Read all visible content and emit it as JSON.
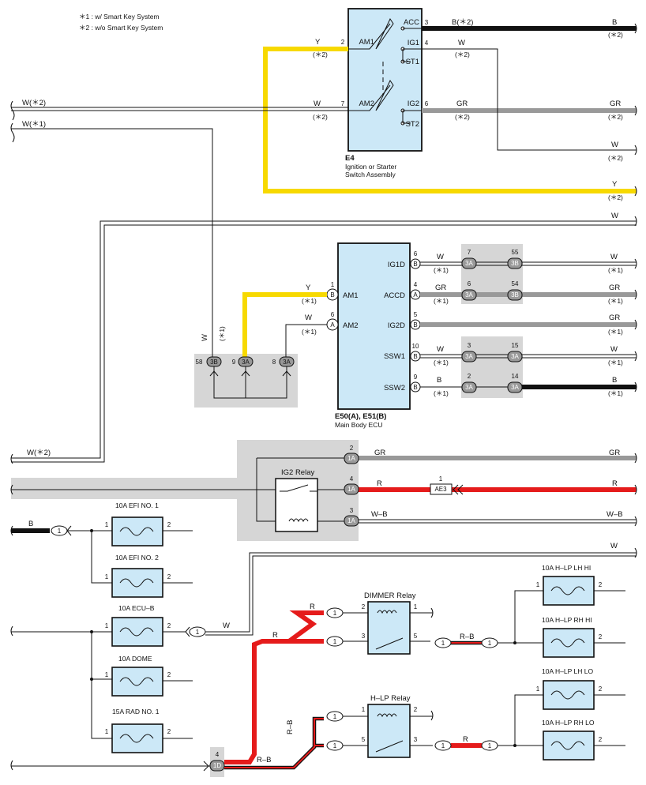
{
  "legend": {
    "note1": "＊1 : w/ Smart Key System",
    "note2": "＊2 : w/o Smart Key System"
  },
  "components": {
    "e4": {
      "code": "E4",
      "name_line1": "Ignition or Starter",
      "name_line2": "Switch Assembly",
      "terminals": [
        "ACC",
        "IG1",
        "ST1",
        "AM1",
        "AM2",
        "IG2",
        "ST2"
      ]
    },
    "ecu": {
      "code": "E50(A), E51(B)",
      "name": "Main Body ECU",
      "terminals": [
        "AM1",
        "AM2",
        "IG1D",
        "ACCD",
        "IG2D",
        "SSW1",
        "SSW2"
      ]
    },
    "ig2_relay": "IG2 Relay",
    "dimmer_relay": "DIMMER Relay",
    "hlp_relay": "H–LP Relay",
    "ae3": "AE3"
  },
  "fuses": {
    "efi1": "10A EFI NO. 1",
    "efi2": "10A EFI NO. 2",
    "ecub": "10A ECU–B",
    "dome": "10A DOME",
    "rad1": "15A RAD NO. 1",
    "lh_hi": "10A H–LP LH HI",
    "rh_hi": "10A H–LP RH HI",
    "lh_lo": "10A H–LP LH LO",
    "rh_lo": "10A H–LP RH LO"
  },
  "wire_labels": {
    "w_star2": "W(＊2)",
    "w_star1": "W(＊1)",
    "w": "W",
    "y": "Y",
    "gr": "GR",
    "b": "B",
    "b_star2": "B(＊2)",
    "r": "R",
    "wb": "W–B",
    "rb": "R–B",
    "star1": "(＊1)",
    "star2": "(＊2)"
  },
  "pins": {
    "p1": "1",
    "p2": "2",
    "p3": "3",
    "p4": "4",
    "p5": "5",
    "p6": "6",
    "p7": "7",
    "p8": "8",
    "p9": "9",
    "p10": "10",
    "p14": "14",
    "p15": "15",
    "p54": "54",
    "p55": "55",
    "p58": "58"
  },
  "connectors": {
    "c3A": "3A",
    "c3B": "3B",
    "c1A": "1A",
    "c1D": "1D",
    "cA": "A",
    "cB": "B",
    "c1": "1"
  }
}
